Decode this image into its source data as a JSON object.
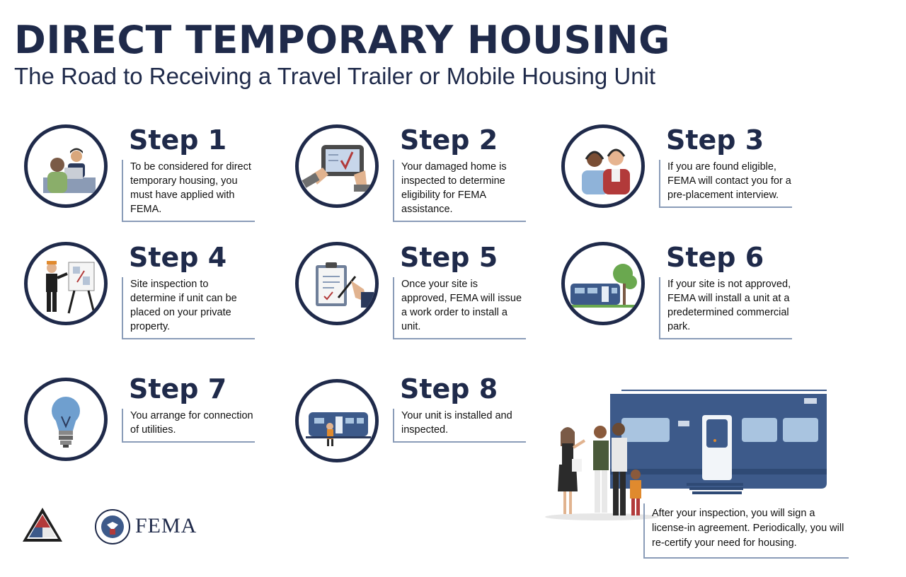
{
  "header": {
    "title": "DIRECT TEMPORARY HOUSING",
    "subtitle": "The Road to Receiving a Travel Trailer or Mobile Housing Unit"
  },
  "steps": [
    {
      "heading": "Step 1",
      "text": "To be considered for direct temporary housing, you must have applied with FEMA.",
      "icon": "applicant-interview-icon"
    },
    {
      "heading": "Step 2",
      "text": "Your damaged home is inspected to determine eligibility for FEMA assistance.",
      "icon": "tablet-inspection-icon"
    },
    {
      "heading": "Step 3",
      "text": "If you are found eligible, FEMA will contact you for a pre-placement interview.",
      "icon": "call-center-agents-icon"
    },
    {
      "heading": "Step 4",
      "text": "Site inspection to determine if unit can be placed on your private property.",
      "icon": "site-plan-presentation-icon"
    },
    {
      "heading": "Step 5",
      "text": "Once your site is approved, FEMA will issue a work order to install a unit.",
      "icon": "clipboard-signing-icon"
    },
    {
      "heading": "Step 6",
      "text": "If your site is not approved, FEMA will install a unit at a predetermined commercial park.",
      "icon": "trailer-park-icon"
    },
    {
      "heading": "Step 7",
      "text": "You arrange for connection of utilities.",
      "icon": "light-bulb-icon"
    },
    {
      "heading": "Step 8",
      "text": "Your unit is installed and inspected.",
      "icon": "trailer-installation-icon"
    }
  ],
  "final": {
    "text": "After your inspection, you will sign a license-in agreement. Periodically, you will re-certify your need for housing."
  },
  "logos": {
    "fema_text": "FEMA"
  },
  "colors": {
    "navy": "#1f2a4a",
    "trailer_blue": "#3d5a8a",
    "light_blue": "#a9c4e0",
    "accent_red": "#b23a3a",
    "line_gray": "#8a9cb8"
  }
}
